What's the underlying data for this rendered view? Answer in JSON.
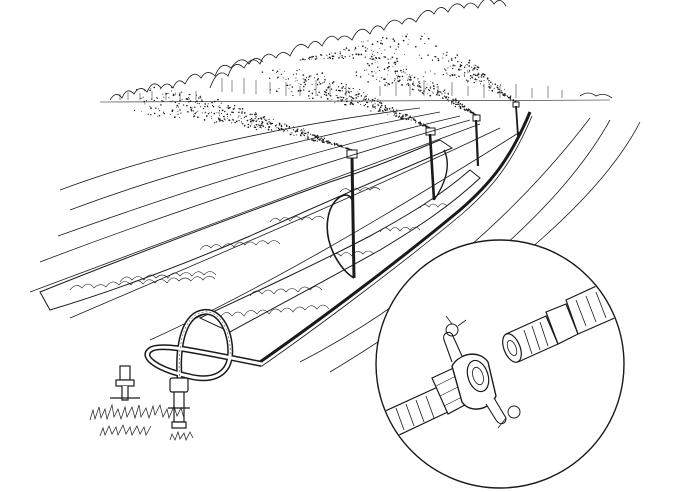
{
  "illustration": {
    "ink_color": "#1a1a1a",
    "paper_color": "#ffffff",
    "row_count": 3,
    "sprinkler_count": 5,
    "inset_detail": "camlock-hose-coupling"
  }
}
